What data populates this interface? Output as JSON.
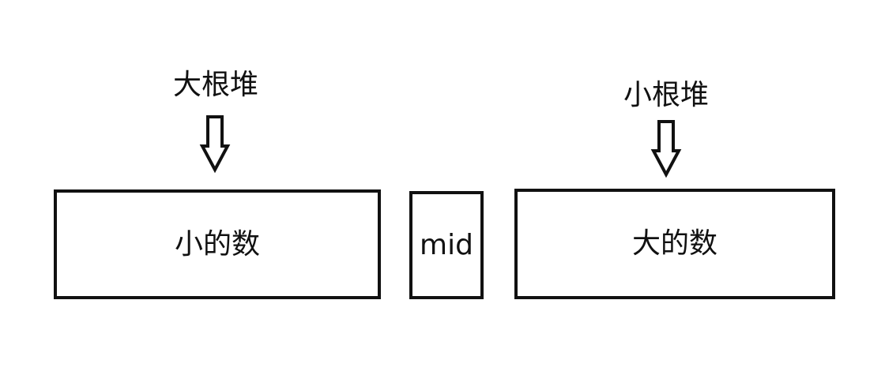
{
  "diagram": {
    "left_heap_label": "大根堆",
    "right_heap_label": "小根堆",
    "left_box_label": "小的数",
    "middle_box_label": "mid",
    "right_box_label": "大的数"
  },
  "colors": {
    "stroke": "#111111",
    "background": "#ffffff"
  },
  "icons": {
    "left_arrow": "down-arrow-icon",
    "right_arrow": "down-arrow-icon"
  }
}
